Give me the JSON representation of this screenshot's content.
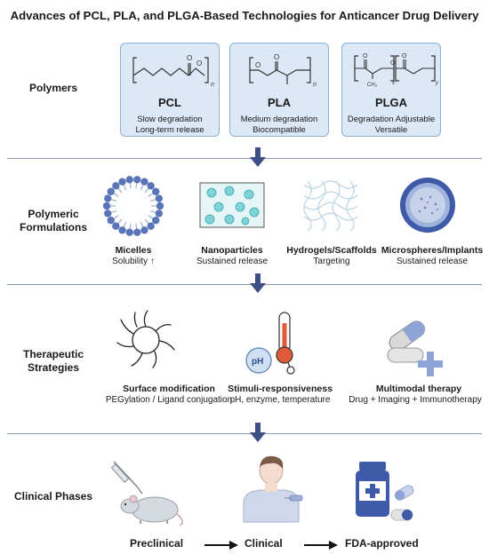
{
  "title": "Advances of PCL, PLA, and PLGA-Based Technologies for Anticancer Drug Delivery",
  "sections": {
    "polymers": "Polymers",
    "formulations": [
      "Polymeric",
      "Formulations"
    ],
    "strategies": [
      "Therapeutic",
      "Strategies"
    ],
    "clinical": "Clinical Phases"
  },
  "polymers": [
    {
      "name": "PCL",
      "line1": "Slow degradation",
      "line2": "Long-term release",
      "subscript": "n"
    },
    {
      "name": "PLA",
      "line1": "Medium degradation",
      "line2": "Biocompatible",
      "subscript": "n"
    },
    {
      "name": "PLGA",
      "line1": "Degradation Adjustable",
      "line2": "Versatile",
      "subscript_x": "x",
      "subscript_y": "y"
    }
  ],
  "chem": {
    "o": "O",
    "ch3": "CH₃"
  },
  "formulations": [
    {
      "title": "Micelles",
      "subtitle": "Solubility ↑"
    },
    {
      "title": "Nanoparticles",
      "subtitle": "Sustained release"
    },
    {
      "title": "Hydrogels/Scaffolds",
      "subtitle": "Targeting"
    },
    {
      "title": "Microspheres/Implants",
      "subtitle": "Sustained release"
    }
  ],
  "strategies": [
    {
      "title": "Surface modification",
      "subtitle": "PEGylation / Ligand conjugation"
    },
    {
      "title": "Stimuli-responsiveness",
      "subtitle": "pH, enzyme, temperature"
    },
    {
      "title": "Multimodal therapy",
      "subtitle": "Drug + Imaging + Immunotherapy"
    }
  ],
  "ph_label": "pH",
  "phases": [
    "Preclinical",
    "Clinical",
    "FDA-approved"
  ],
  "colors": {
    "arrow": "#3d4f86",
    "card_bg": "#dce8f5",
    "card_border": "#8fb0d6",
    "rule": "#8895b3"
  }
}
